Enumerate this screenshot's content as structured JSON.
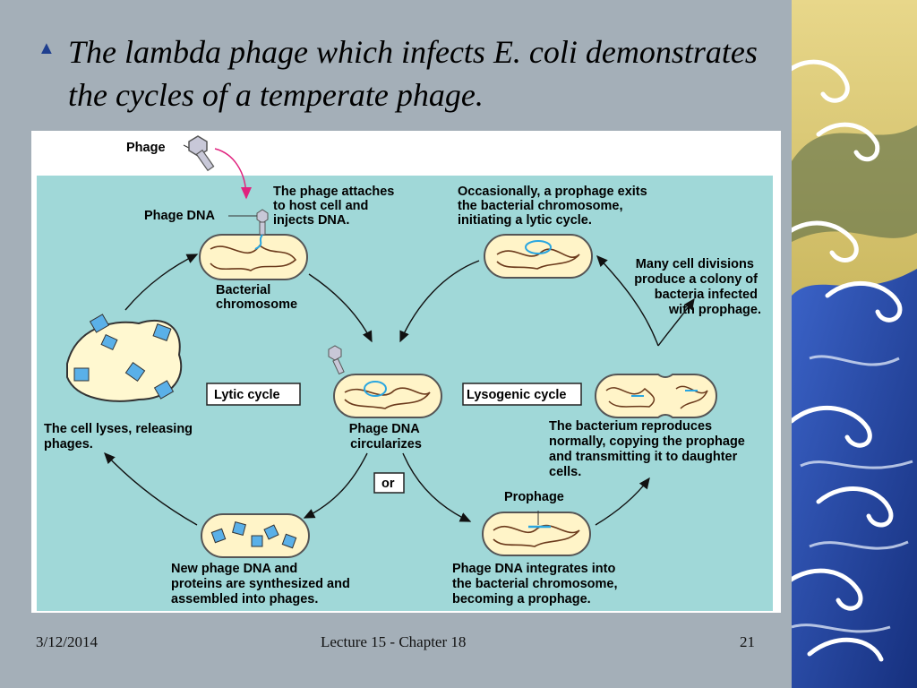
{
  "slide": {
    "title": "The lambda phage which infects E. coli demonstrates the cycles of a temperate phage.",
    "date": "3/12/2014",
    "footer": "Lecture 15 - Chapter 18",
    "page_number": "21"
  },
  "diagram": {
    "phage_label": "Phage",
    "phage_dna_label": "Phage DNA",
    "attach_caption": [
      "The phage attaches",
      "to host cell and",
      "injects DNA."
    ],
    "bacterial_chromosome": [
      "Bacterial",
      "chromosome"
    ],
    "exit_caption": [
      "Occasionally, a prophage exits",
      "the bacterial chromosome,",
      "initiating a lytic cycle."
    ],
    "divisions_caption": [
      "Many cell divisions",
      "produce a colony of",
      "bacteria infected",
      "with prophage."
    ],
    "lytic_cycle": "Lytic cycle",
    "lysogenic_cycle": "Lysogenic cycle",
    "circularizes": [
      "Phage DNA",
      "circularizes"
    ],
    "or_label": "or",
    "lyses_caption": [
      "The cell lyses, releasing",
      "phages."
    ],
    "reproduces_caption": [
      "The bacterium reproduces",
      "normally, copying the prophage",
      "and transmitting it to daughter",
      "cells."
    ],
    "prophage_label": "Prophage",
    "synthesized_caption": [
      "New phage DNA and",
      "proteins are synthesized and",
      "assembled into phages."
    ],
    "integrates_caption": [
      "Phage DNA integrates into",
      "the bacterial chromosome,",
      "becoming a prophage."
    ]
  },
  "colors": {
    "slide_bg": "#a4afb8",
    "diagram_bg": "#a0d8d8",
    "cell_fill": "#fff4c8",
    "chromosome": "#6b3a1c",
    "phage_dna": "#2aa6e0",
    "accent_arrow": "#e0237e",
    "bullet": "#1f3f8f"
  }
}
